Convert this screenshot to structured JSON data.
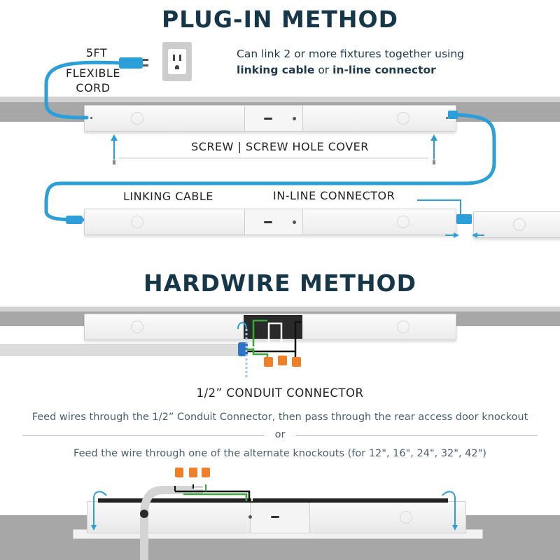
{
  "plugin": {
    "title": "PLUG-IN METHOD",
    "cord_label_line1": "5FT",
    "cord_label_line2": "FLEXIBLE",
    "cord_label_line3": "CORD",
    "desc_line1": "Can link 2 or more fixtures together using",
    "desc_bold1": "linking cable",
    "desc_or": " or ",
    "desc_bold2": "in-line connector",
    "screw_label": "SCREW | SCREW HOLE COVER",
    "linking_cable_label": "LINKING CABLE",
    "inline_connector_label": "IN-LINE CONNECTOR"
  },
  "hardwire": {
    "title": "HARDWIRE METHOD",
    "conduit_label": "1/2” CONDUIT CONNECTOR",
    "note1": "Feed wires through the 1/2” Conduit Connector, then pass through the rear access door knockout",
    "or_label": "or",
    "note2": "Feed the wire through one of the alternate knockouts (for 12\", 16\", 24\", 32\", 42\")"
  },
  "colors": {
    "heading": "#16374a",
    "cable_blue": "#2d9fd8",
    "ceiling_gray": "#a7a7a7",
    "wire_green": "#3aa63a",
    "wire_nut_orange": "#f07f2a"
  },
  "icons": [
    "plug-icon",
    "wall-outlet-icon",
    "screw-icon",
    "wire-nut-icon"
  ]
}
